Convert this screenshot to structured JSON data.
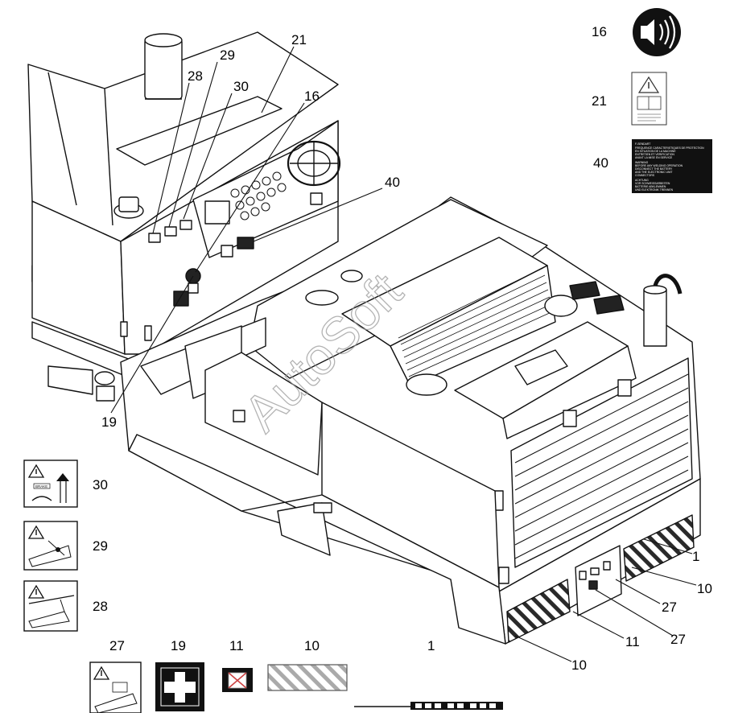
{
  "watermark": "AutoSoft",
  "machine_callouts": [
    {
      "id": "c21",
      "label": "21"
    },
    {
      "id": "c29",
      "label": "29"
    },
    {
      "id": "c28",
      "label": "28"
    },
    {
      "id": "c30",
      "label": "30"
    },
    {
      "id": "c16",
      "label": "16"
    },
    {
      "id": "c40",
      "label": "40"
    },
    {
      "id": "c19",
      "label": "19"
    },
    {
      "id": "c1",
      "label": "1"
    },
    {
      "id": "c10a",
      "label": "10"
    },
    {
      "id": "c27a",
      "label": "27"
    },
    {
      "id": "c27b",
      "label": "27"
    },
    {
      "id": "c11",
      "label": "11"
    },
    {
      "id": "c10b",
      "label": "10"
    }
  ],
  "legend": {
    "right": [
      {
        "label": "16",
        "icon": "horn-icon"
      },
      {
        "label": "21",
        "icon": "read-manual-decal"
      },
      {
        "label": "40",
        "icon": "text-warning-decal"
      }
    ],
    "left": [
      {
        "label": "30",
        "icon": "steering-warning-decal"
      },
      {
        "label": "29",
        "icon": "crush-hazard-decal"
      },
      {
        "label": "28",
        "icon": "overhead-hazard-decal"
      }
    ],
    "bottom": [
      {
        "label": "27",
        "icon": "rear-hazard-decal"
      },
      {
        "label": "19",
        "icon": "first-aid-icon"
      },
      {
        "label": "11",
        "icon": "no-touch-decal"
      },
      {
        "label": "10",
        "icon": "hazard-stripes-panel"
      },
      {
        "label": "1",
        "icon": "model-name-decal"
      }
    ]
  },
  "decal_40_text": [
    "F-SENDART",
    "FREQUENCE CARACTERISTIQUES DE PROTECTION",
    "EN SITUATION DE LA MACHINE",
    "ENTRETIEN ET VERIFICATION",
    "AVANT LA MISE EN SERVICE",
    "WARNING",
    "BEFORE ANY WELDING OPERATION",
    "DISCONNECT THE BATTERY",
    "AND THE ELECTRONIC UNIT",
    "CONNECTORS",
    "ACHTUNG",
    "VOR SCHWEISSARBEITEN",
    "BATTERIE ABKLEMMEN",
    "UND ELEKTRONIK TRENNEN"
  ],
  "decal_30_text": "BRAKE"
}
